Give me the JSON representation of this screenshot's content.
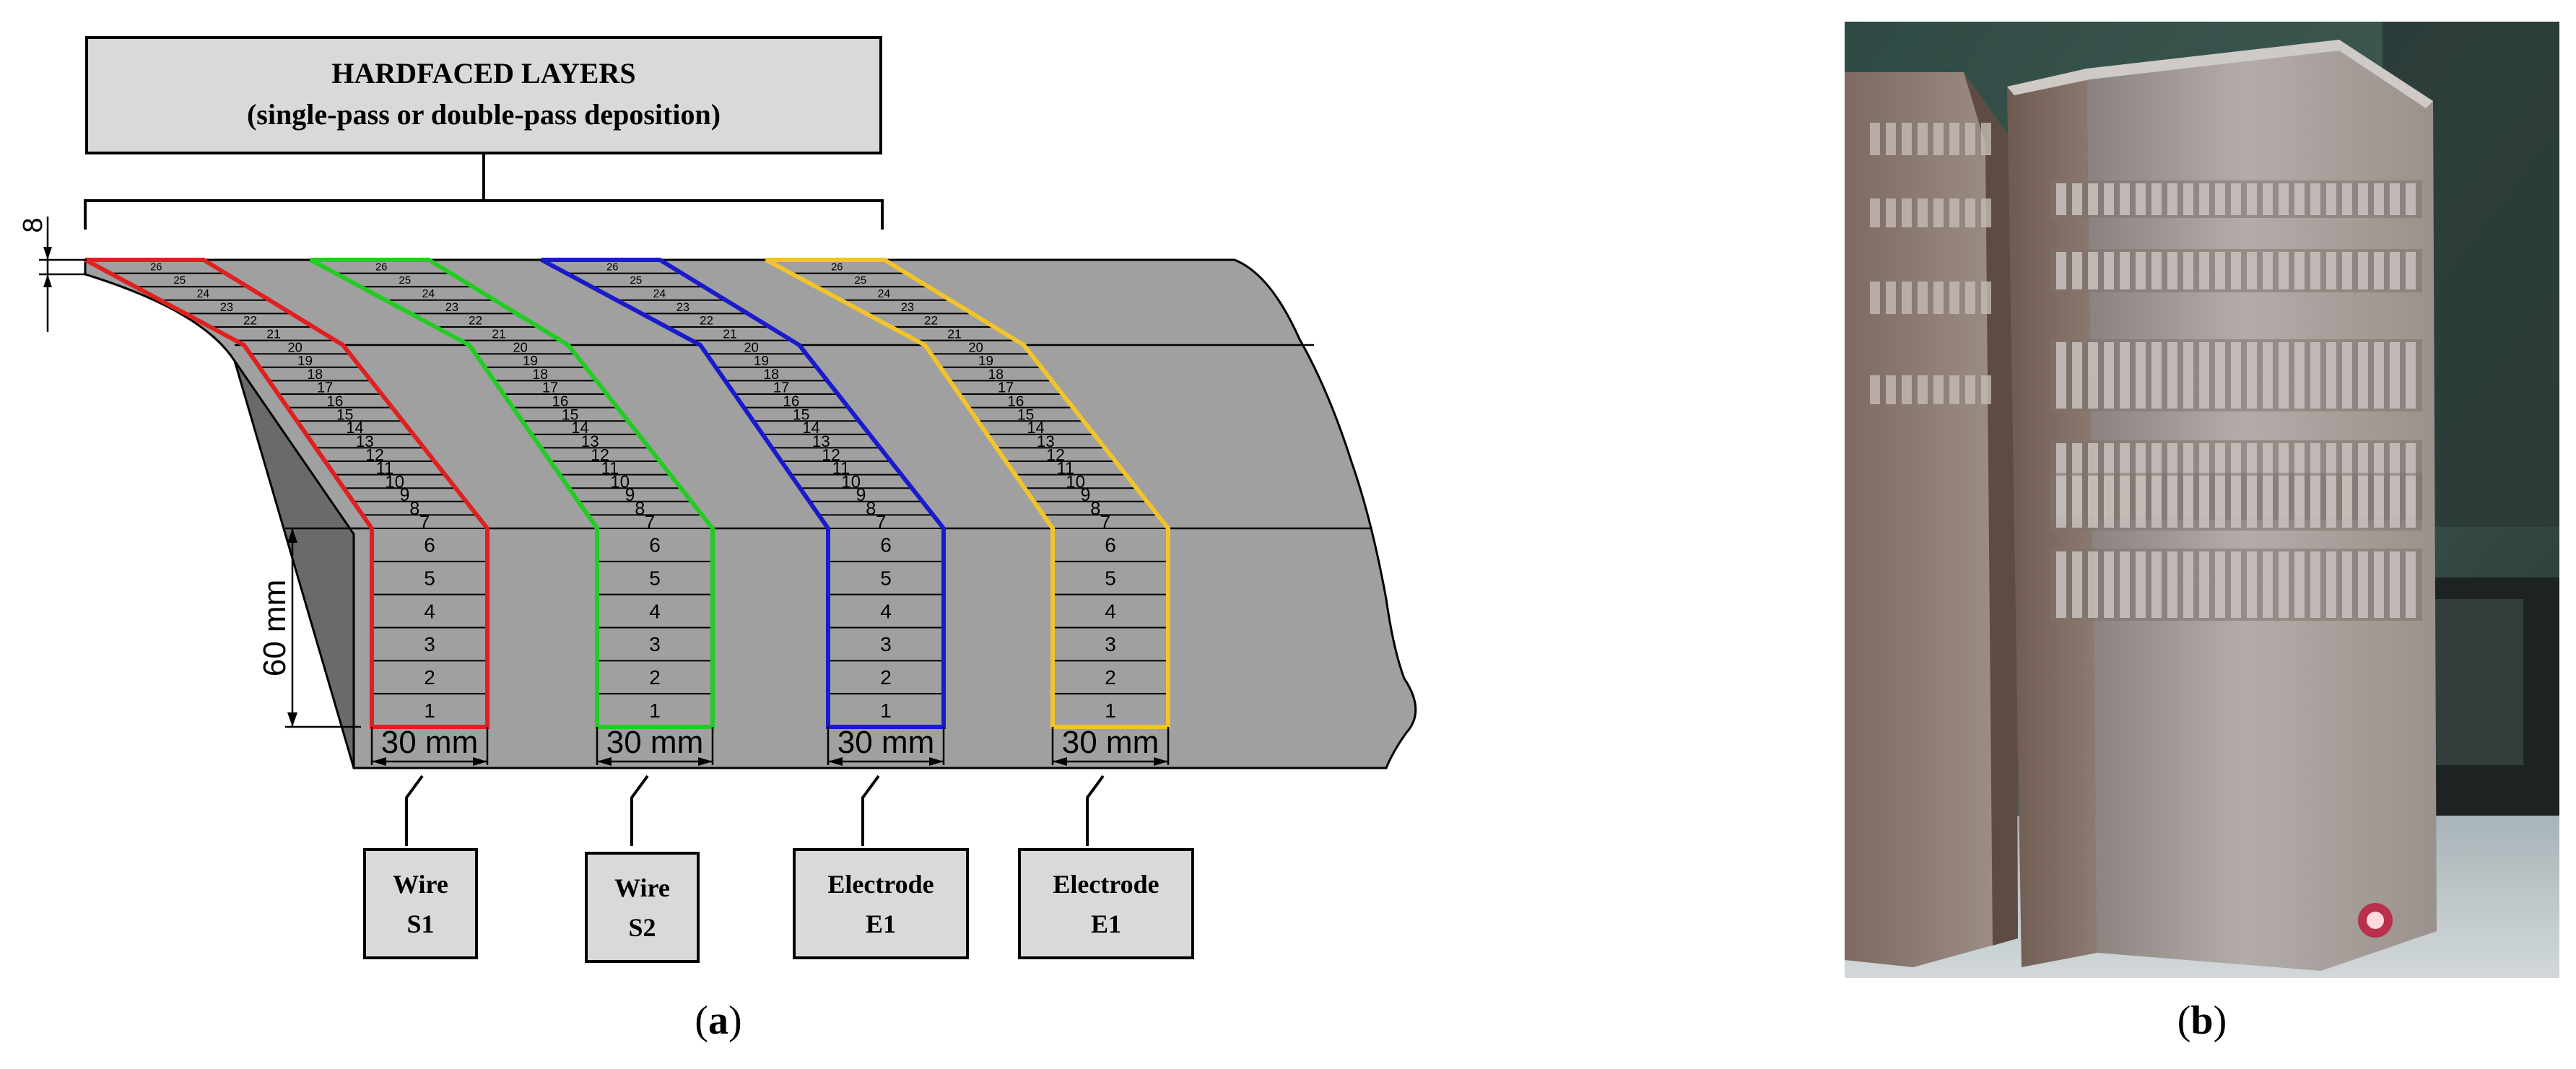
{
  "header": {
    "line1": "HARDFACED LAYERS",
    "line2": "(single-pass or double-pass deposition)"
  },
  "dimensions": {
    "thickness": "8",
    "height": "60 mm",
    "width": "30 mm"
  },
  "strips": [
    {
      "id": "S1",
      "color": "#e02020",
      "label_top": "Wire",
      "label_bottom": "S1"
    },
    {
      "id": "S2",
      "color": "#22cc22",
      "label_top": "Wire",
      "label_bottom": "S2"
    },
    {
      "id": "E1a",
      "color": "#1a1acc",
      "label_top": "Electrode",
      "label_bottom": "E1"
    },
    {
      "id": "E1b",
      "color": "#f2c42a",
      "label_top": "Electrode",
      "label_bottom": "E1"
    }
  ],
  "layers": [
    "1",
    "2",
    "3",
    "4",
    "5",
    "6",
    "7",
    "8",
    "9",
    "10",
    "11",
    "12",
    "13",
    "14",
    "15",
    "16",
    "17",
    "18",
    "19",
    "20",
    "21",
    "22",
    "23",
    "24",
    "25",
    "26"
  ],
  "captions": {
    "a": "a",
    "b": "b"
  },
  "photo": {
    "description_icon": "hardfaced-hammers-photo"
  }
}
